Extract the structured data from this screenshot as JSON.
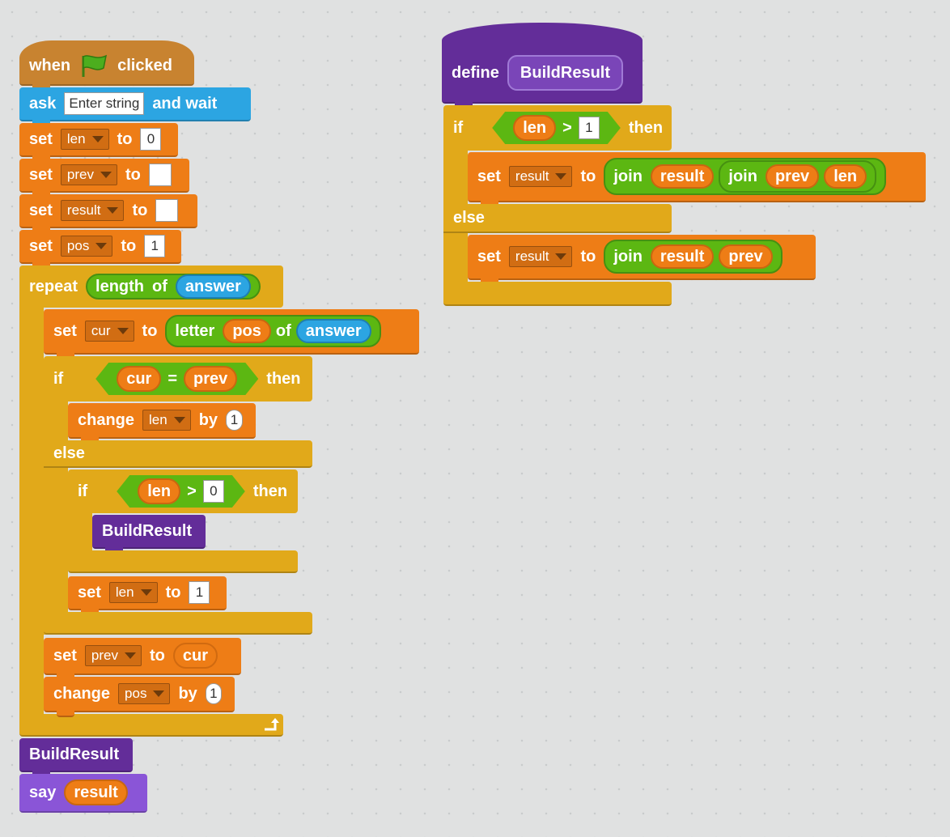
{
  "script_main": {
    "hat": {
      "when": "when",
      "clicked": "clicked",
      "flag_icon": "green-flag-icon"
    },
    "ask": {
      "ask": "ask",
      "prompt": "Enter string",
      "and_wait": "and wait"
    },
    "set_len": {
      "set": "set",
      "var": "len",
      "to": "to",
      "value": "0"
    },
    "set_prev": {
      "set": "set",
      "var": "prev",
      "to": "to",
      "value": ""
    },
    "set_result": {
      "set": "set",
      "var": "result",
      "to": "to",
      "value": ""
    },
    "set_pos": {
      "set": "set",
      "var": "pos",
      "to": "to",
      "value": "1"
    },
    "repeat": {
      "label": "repeat",
      "length": "length",
      "of": "of",
      "answer": "answer"
    },
    "set_cur": {
      "set": "set",
      "var": "cur",
      "to": "to",
      "letter": "letter",
      "pos": "pos",
      "of": "of",
      "answer": "answer"
    },
    "if1": {
      "if": "if",
      "left": "cur",
      "op": "=",
      "right": "prev",
      "then": "then",
      "else": "else"
    },
    "change_len": {
      "change": "change",
      "var": "len",
      "by": "by",
      "value": "1"
    },
    "if2": {
      "if": "if",
      "left": "len",
      "op": ">",
      "right": "0",
      "then": "then"
    },
    "call1": {
      "label": "BuildResult"
    },
    "set_len1": {
      "set": "set",
      "var": "len",
      "to": "to",
      "value": "1"
    },
    "set_prev_cur": {
      "set": "set",
      "var": "prev",
      "to": "to",
      "value": "cur"
    },
    "change_pos": {
      "change": "change",
      "var": "pos",
      "by": "by",
      "value": "1"
    },
    "call2": {
      "label": "BuildResult"
    },
    "say": {
      "say": "say",
      "value": "result"
    }
  },
  "script_define": {
    "define": {
      "label": "define",
      "name": "BuildResult"
    },
    "if": {
      "if": "if",
      "left": "len",
      "op": ">",
      "right": "1",
      "then": "then",
      "else": "else"
    },
    "set_a": {
      "set": "set",
      "var": "result",
      "to": "to",
      "join": "join",
      "a": "result",
      "join2": "join",
      "b": "prev",
      "c": "len"
    },
    "set_b": {
      "set": "set",
      "var": "result",
      "to": "to",
      "join": "join",
      "a": "result",
      "b": "prev"
    }
  },
  "colors": {
    "background": "#e0e1e1",
    "variables": "#ee7d16",
    "control": "#e1a91a",
    "sensing": "#2ca5e2",
    "operators": "#5cb712",
    "more_blocks": "#632d99",
    "looks": "#8a55d7"
  }
}
